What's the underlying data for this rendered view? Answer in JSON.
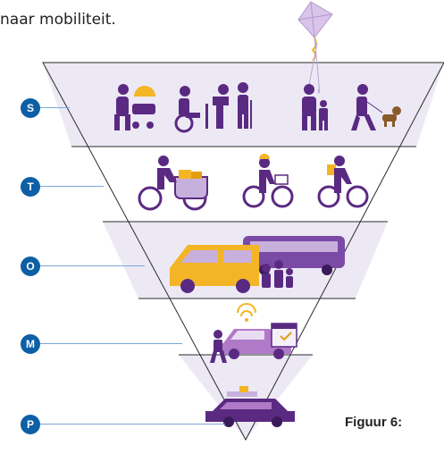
{
  "heading": "naar mobiliteit.",
  "caption": "Figuur 6:",
  "levels": [
    {
      "letter": "S",
      "icons": [
        "pedestrian-with-stroller-icon",
        "wheelchair-user-icon",
        "walker-user-icon",
        "adult-with-child-kite-icon",
        "dog-walker-icon"
      ]
    },
    {
      "letter": "T",
      "icons": [
        "cargo-bike-icon",
        "cyclist-helmet-basket-icon",
        "delivery-cyclist-icon"
      ]
    },
    {
      "letter": "O",
      "icons": [
        "taxi-van-icon",
        "bus-icon",
        "group-walking-icon"
      ]
    },
    {
      "letter": "M",
      "icons": [
        "shared-car-wifi-icon",
        "calendar-icon",
        "person-walking-icon"
      ]
    },
    {
      "letter": "P",
      "icons": [
        "private-car-luggage-icon"
      ]
    }
  ],
  "colors": {
    "purple": "#5a2a82",
    "lavender": "#c8b0dd",
    "yellow": "#f3b525",
    "blue": "#0d5fa6",
    "band": "#ece9f5"
  }
}
